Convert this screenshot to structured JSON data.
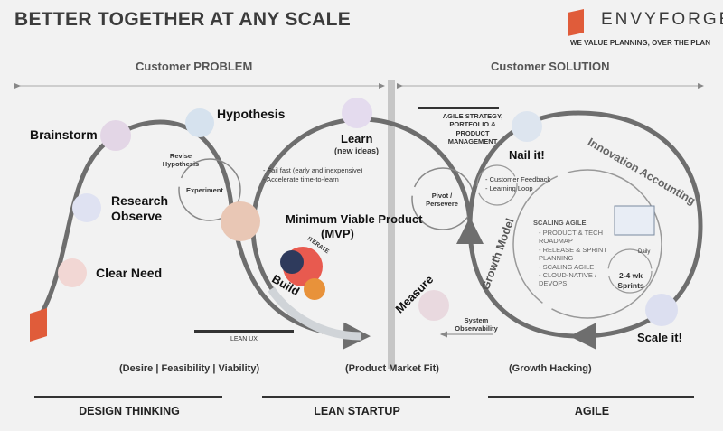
{
  "header": {
    "title": "BETTER TOGETHER AT ANY SCALE",
    "brand": "ENVYFORGE",
    "tagline": "WE VALUE PLANNING, OVER THE PLAN"
  },
  "sections": {
    "problem": "Customer PROBLEM",
    "solution": "Customer SOLUTION"
  },
  "design_thinking": {
    "brainstorm": "Brainstorm",
    "research": "Research",
    "observe": "Observe",
    "clear_need": "Clear Need",
    "hypothesis": "Hypothesis",
    "revise_1": "Revise",
    "revise_2": "Hypothesis",
    "experiment": "Experiment",
    "lean_ux": "LEAN UX",
    "criteria": "(Desire | Feasibility | Viability)"
  },
  "lean_startup": {
    "learn": "Learn",
    "new_ideas": "(new ideas)",
    "fail_fast": "- Fail fast (early and inexpensive)",
    "accelerate": "- Accelerate time-to-learn",
    "mvp_1": "Minimum Viable Product",
    "mvp_2": "(MVP)",
    "iterate": "ITERATE",
    "build": "Build",
    "measure": "Measure",
    "pivot_1": "Pivot /",
    "pivot_2": "Persevere",
    "system_1": "System",
    "system_2": "Observability",
    "pmf": "(Product Market Fit)"
  },
  "agile": {
    "strategy": [
      "AGILE STRATEGY,",
      "PORTFOLIO &",
      "PRODUCT",
      "MANAGEMENT"
    ],
    "nail_it": "Nail it!",
    "feedback_1": "- Customer Feedback",
    "feedback_2": "- Learning Loop",
    "innovation": "Innovation Accounting",
    "scaling_title": "SCALING AGILE",
    "scaling_items": [
      "- PRODUCT & TECH",
      "ROADMAP",
      "- RELEASE & SPRINT",
      "PLANNING",
      "- SCALING AGILE",
      "- CLOUD-NATIVE /",
      "DEVOPS"
    ],
    "daily": "Daily",
    "sprints_1": "2-4 wk",
    "sprints_2": "Sprints",
    "growth_model": "Growth Model",
    "scale_it": "Scale it!",
    "growth_hacking": "(Growth Hacking)"
  },
  "footer": {
    "design_thinking": "DESIGN THINKING",
    "lean_startup": "LEAN STARTUP",
    "agile": "AGILE"
  },
  "colors": {
    "background": "#f2f2f2",
    "curve": "#6e6e6e",
    "divider": "#c6c6c6",
    "iterate_red": "#e85a4f",
    "iterate_navy": "#2e3a5c",
    "iterate_orange": "#e8923a"
  }
}
